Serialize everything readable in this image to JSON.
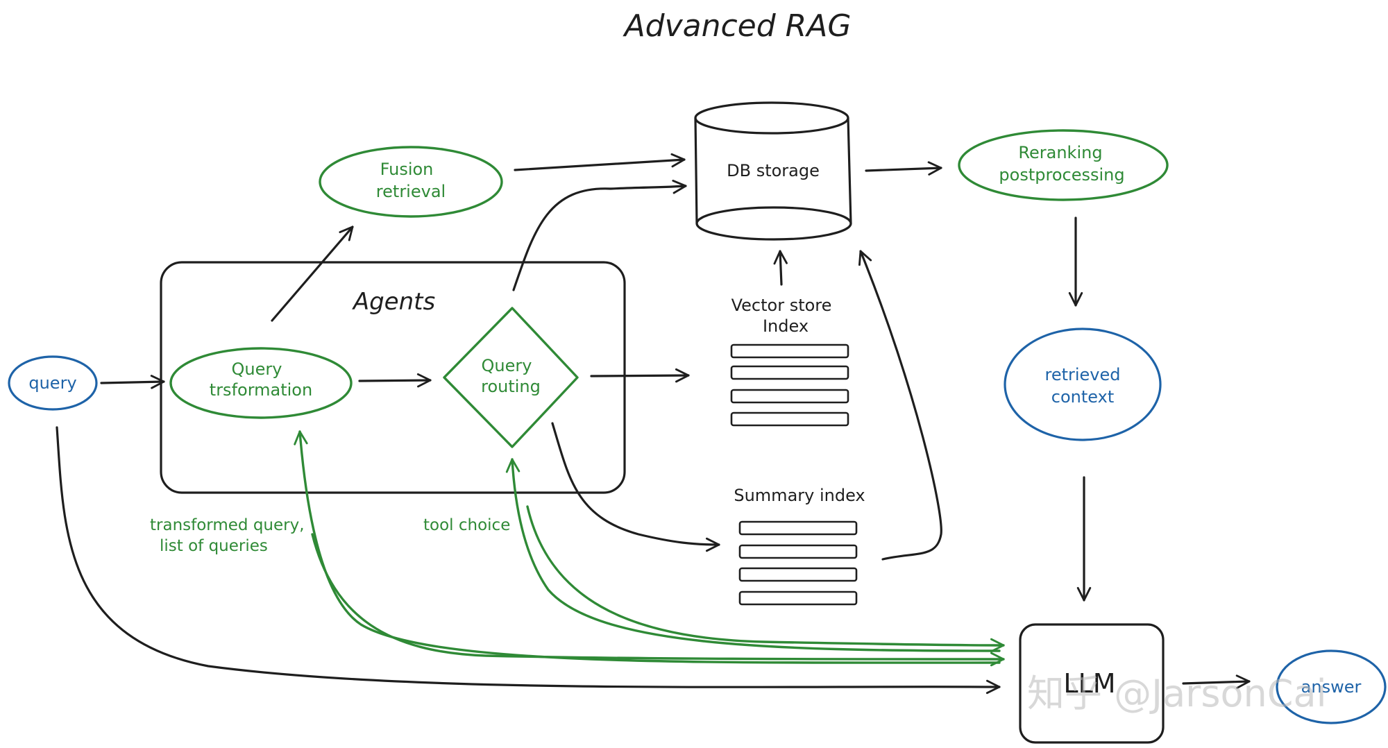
{
  "title": "Advanced RAG",
  "nodes": {
    "query": "query",
    "query_transformation": [
      "Query",
      "trsformation"
    ],
    "query_routing": [
      "Query",
      "routing"
    ],
    "agents": "Agents",
    "fusion_retrieval": [
      "Fusion",
      "retrieval"
    ],
    "db_storage": "DB storage",
    "vector_store_index": [
      "Vector store",
      "Index"
    ],
    "summary_index": "Summary index",
    "reranking": [
      "Reranking",
      "postprocessing"
    ],
    "retrieved_context": [
      "retrieved",
      "context"
    ],
    "llm": "LLM",
    "answer": "answer"
  },
  "edge_labels": {
    "transformed_query": [
      "transformed query,",
      "list of queries"
    ],
    "tool_choice": "tool choice"
  },
  "watermark": "知乎 @JarsonCai",
  "colors": {
    "black": "#1e1e1e",
    "green": "#2f8a36",
    "blue": "#1e63a8"
  }
}
